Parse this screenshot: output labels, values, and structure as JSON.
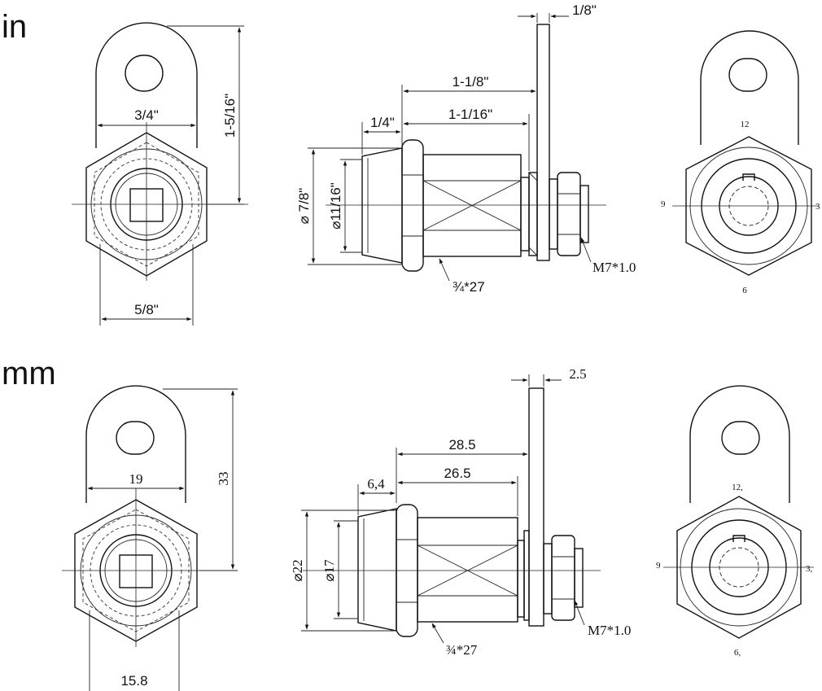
{
  "sections": {
    "inch": {
      "unit_label": "in",
      "front": {
        "width": "3/4\"",
        "height": "1-5/16\"",
        "bottom_width": "5/8\""
      },
      "side": {
        "plate_thickness": "1/8\"",
        "overall_length": "1-1/8\"",
        "body_length": "1-1/16\"",
        "flange_length": "1/4\"",
        "flange_diameter": "⌀ 7/8\"",
        "body_diameter": "⌀11/16\"",
        "thread": "¾*27",
        "nut_thread": "M7*1.0"
      },
      "rear": {
        "top": "12",
        "right": "3",
        "bottom": "6",
        "left": "9"
      }
    },
    "mm": {
      "unit_label": "mm",
      "front": {
        "width": "19",
        "height": "33",
        "bottom_width": "15.8"
      },
      "side": {
        "plate_thickness": "2.5",
        "overall_length": "28.5",
        "body_length": "26.5",
        "flange_length": "6,4",
        "flange_diameter": "⌀22",
        "body_diameter": "⌀17",
        "thread": "¾*27",
        "nut_thread": "M7*1.0"
      },
      "rear": {
        "top": "12,",
        "right": "3,",
        "bottom": "6,",
        "left": "9"
      }
    }
  }
}
